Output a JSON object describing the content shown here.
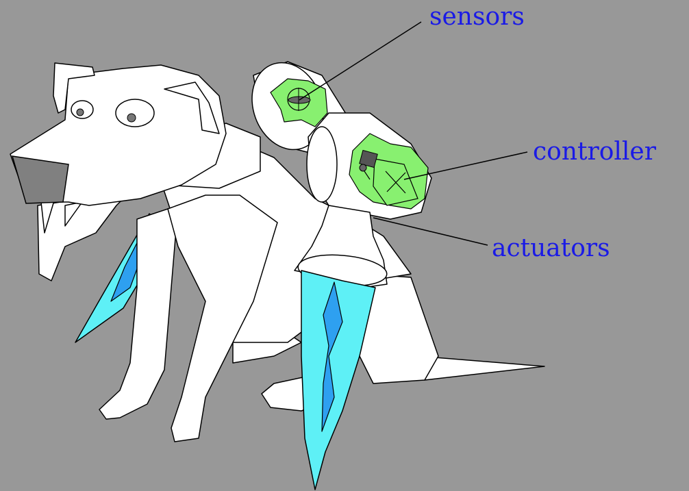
{
  "labels": {
    "sensors": "sensors",
    "controller": "controller",
    "actuators": "actuators"
  },
  "colors": {
    "background": "#989898",
    "label_text": "#1a1ae6",
    "circuit_board": "#88f070",
    "jet_flame": "#5ef0f6",
    "jet_core": "#2ea0f0",
    "nose": "#808080"
  }
}
